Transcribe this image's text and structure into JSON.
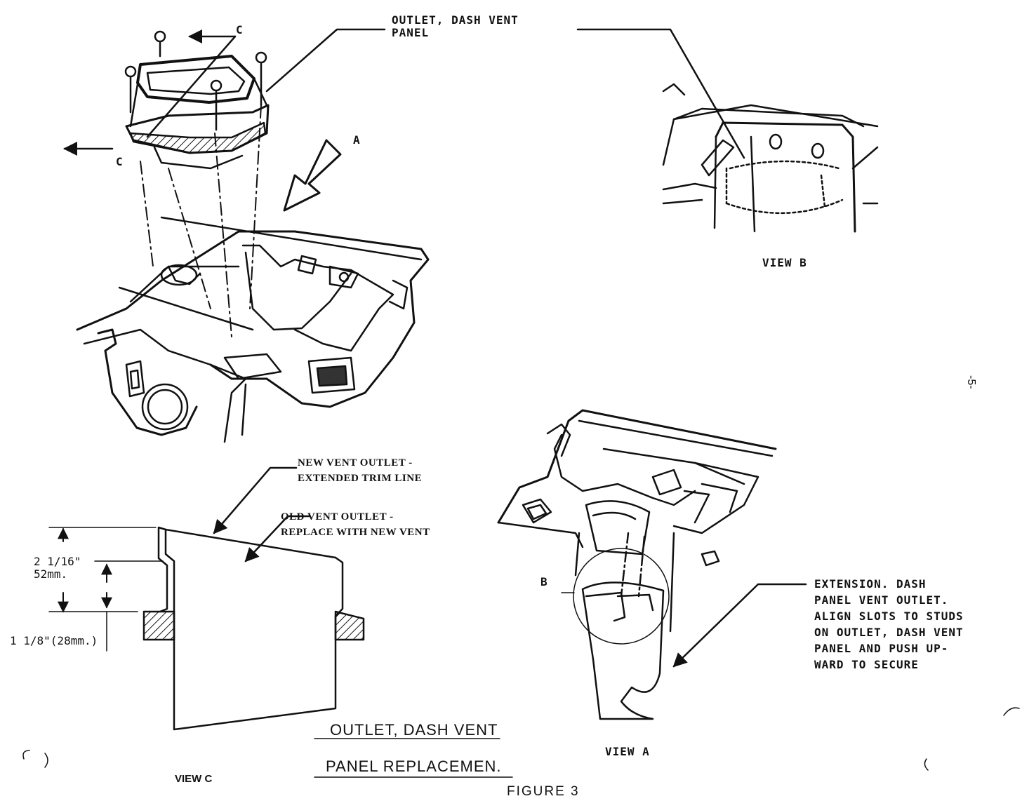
{
  "labels": {
    "outlet_dash_vent_panel": "OUTLET, DASH VENT\nPANEL",
    "arrow_c_top": "C",
    "arrow_c_left": "C",
    "arrow_a": "A",
    "view_b": "VIEW B",
    "new_vent_outlet": "NEW VENT OUTLET -\nEXTENDED TRIM LINE",
    "old_vent_outlet": "OLD VENT OUTLET -\nREPLACE WITH NEW VENT",
    "dim_upper": "2 1/16\"\n52mm.",
    "dim_lower": "1 1/8\"(28mm.)",
    "view_c": "VIEW C",
    "title_line1": "OUTLET, DASH VENT",
    "title_line2": "PANEL REPLACEMEN.",
    "figure": "FIGURE 3",
    "view_a": "VIEW A",
    "callout_b": "B",
    "extension_note": "EXTENSION. DASH\nPANEL VENT OUTLET.\nALIGN SLOTS TO STUDS\nON OUTLET, DASH VENT\nPANEL AND PUSH UP-\nWARD TO SECURE",
    "page_number": "-5-"
  },
  "colors": {
    "ink": "#111111",
    "paper": "#ffffff"
  }
}
